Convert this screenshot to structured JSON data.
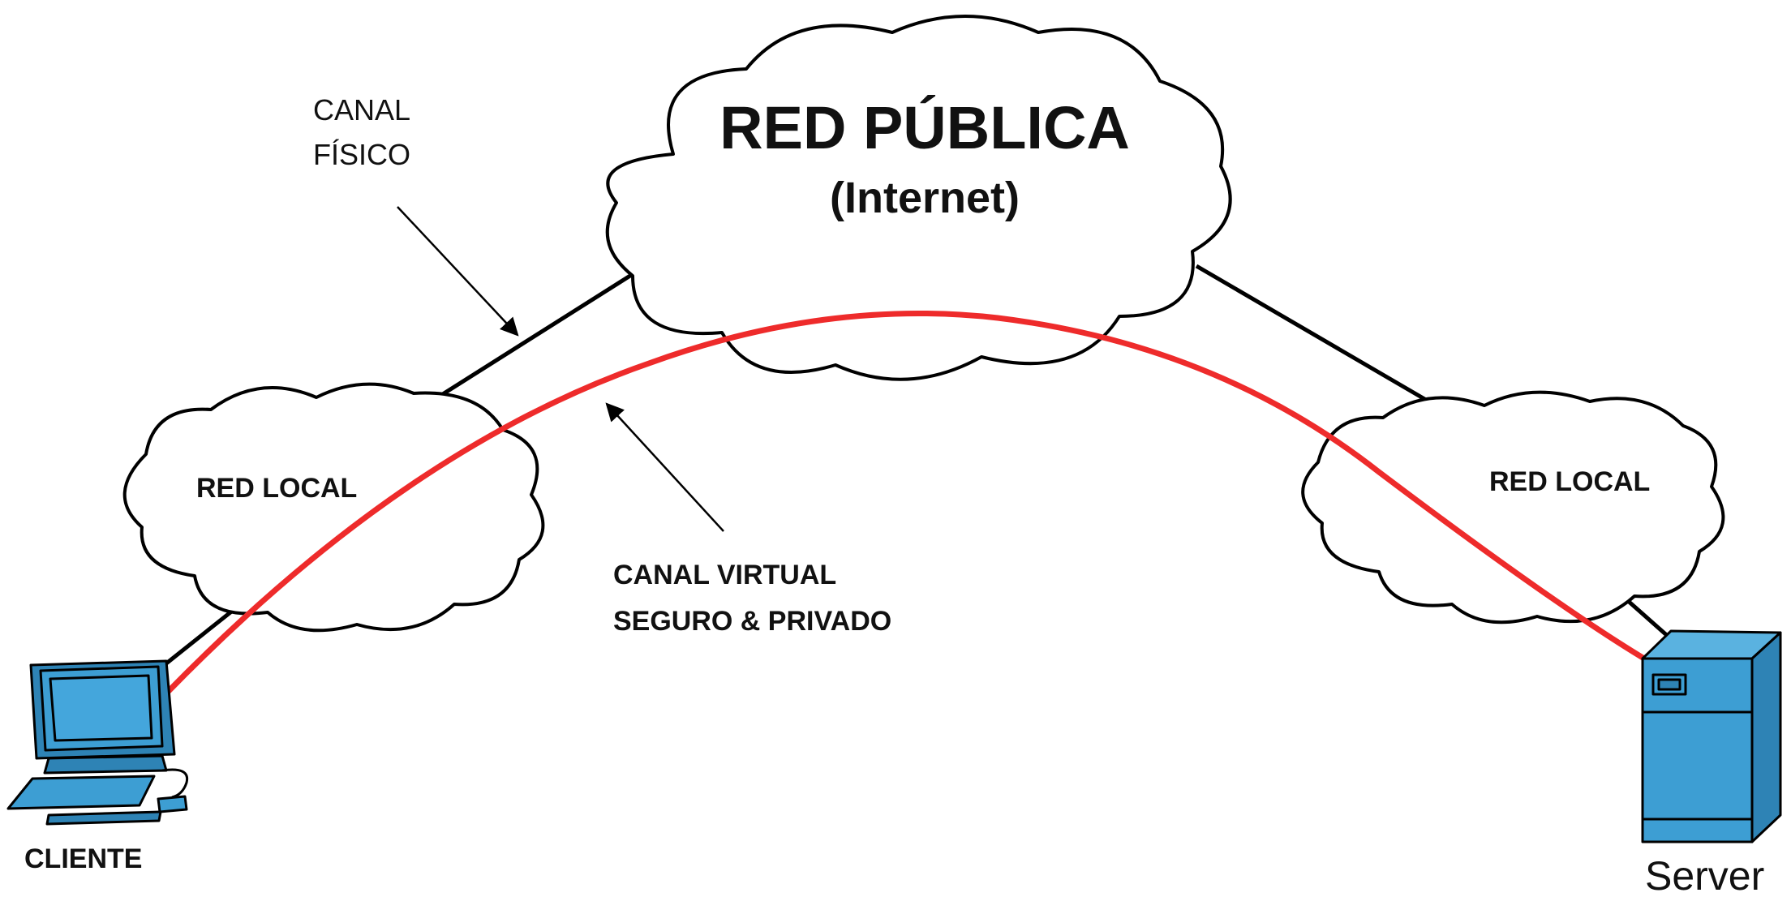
{
  "colors": {
    "accent_red": "#ee2b2b",
    "device_blue": "#3d9ed3",
    "outline": "#000000",
    "background": "#ffffff"
  },
  "labels": {
    "public_network_title": "RED PÚBLICA",
    "public_network_subtitle": "(Internet)",
    "left_local_network": "RED LOCAL",
    "right_local_network": "RED LOCAL",
    "physical_channel_line1": "CANAL",
    "physical_channel_line2": "FÍSICO",
    "virtual_channel_line1": "CANAL VIRTUAL",
    "virtual_channel_line2": "SEGURO & PRIVADO",
    "client": "CLIENTE",
    "server": "Server"
  },
  "icons": {
    "client": "desktop-computer-icon",
    "server": "server-tower-icon"
  }
}
